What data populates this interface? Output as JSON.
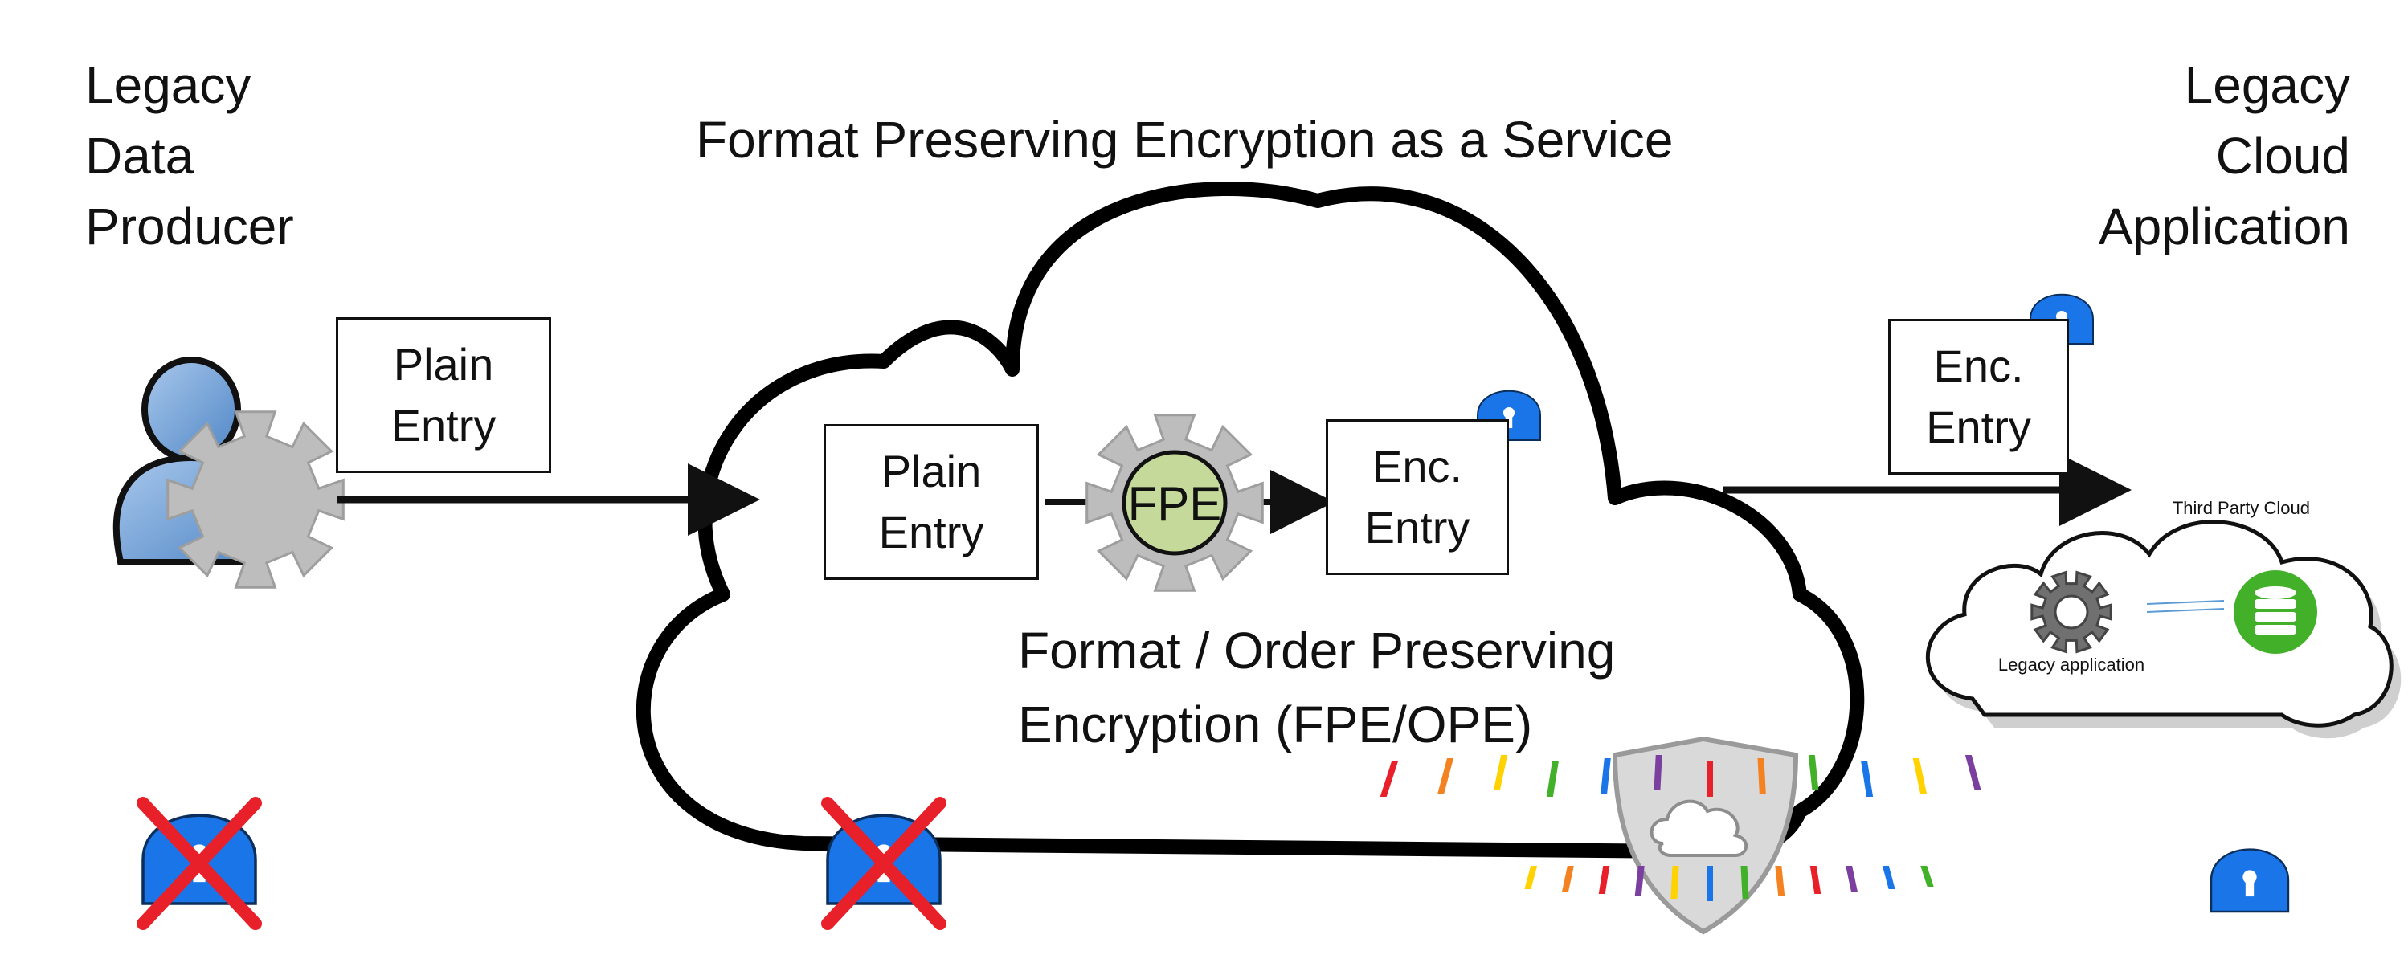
{
  "producer": {
    "lines": [
      "Legacy",
      "Data",
      "Producer"
    ]
  },
  "service_title": "Format Preserving Encryption as a Service",
  "app": {
    "lines": [
      "Legacy",
      "Cloud",
      "Application"
    ]
  },
  "input_box": {
    "lines": [
      "Plain",
      "Entry"
    ]
  },
  "cloud": {
    "plain_box": {
      "lines": [
        "Plain",
        "Entry"
      ]
    },
    "fpe_label": "FPE",
    "enc_box": {
      "lines": [
        "Enc.",
        "Entry"
      ]
    },
    "desc_lines": [
      "Format / Order Preserving",
      "Encryption (FPE/OPE)"
    ]
  },
  "output_box": {
    "lines": [
      "Enc.",
      "Entry"
    ]
  },
  "third_party": {
    "title": "Third Party Cloud",
    "app_label": "Legacy application"
  },
  "colors": {
    "lock_blue": "#1a76e8",
    "cross_red": "#e8202a",
    "fpe_green": "#c5d99a",
    "gear_gray": "#bdbdbd",
    "person_blue": "#7aa8d8",
    "db_green": "#43b02a"
  }
}
